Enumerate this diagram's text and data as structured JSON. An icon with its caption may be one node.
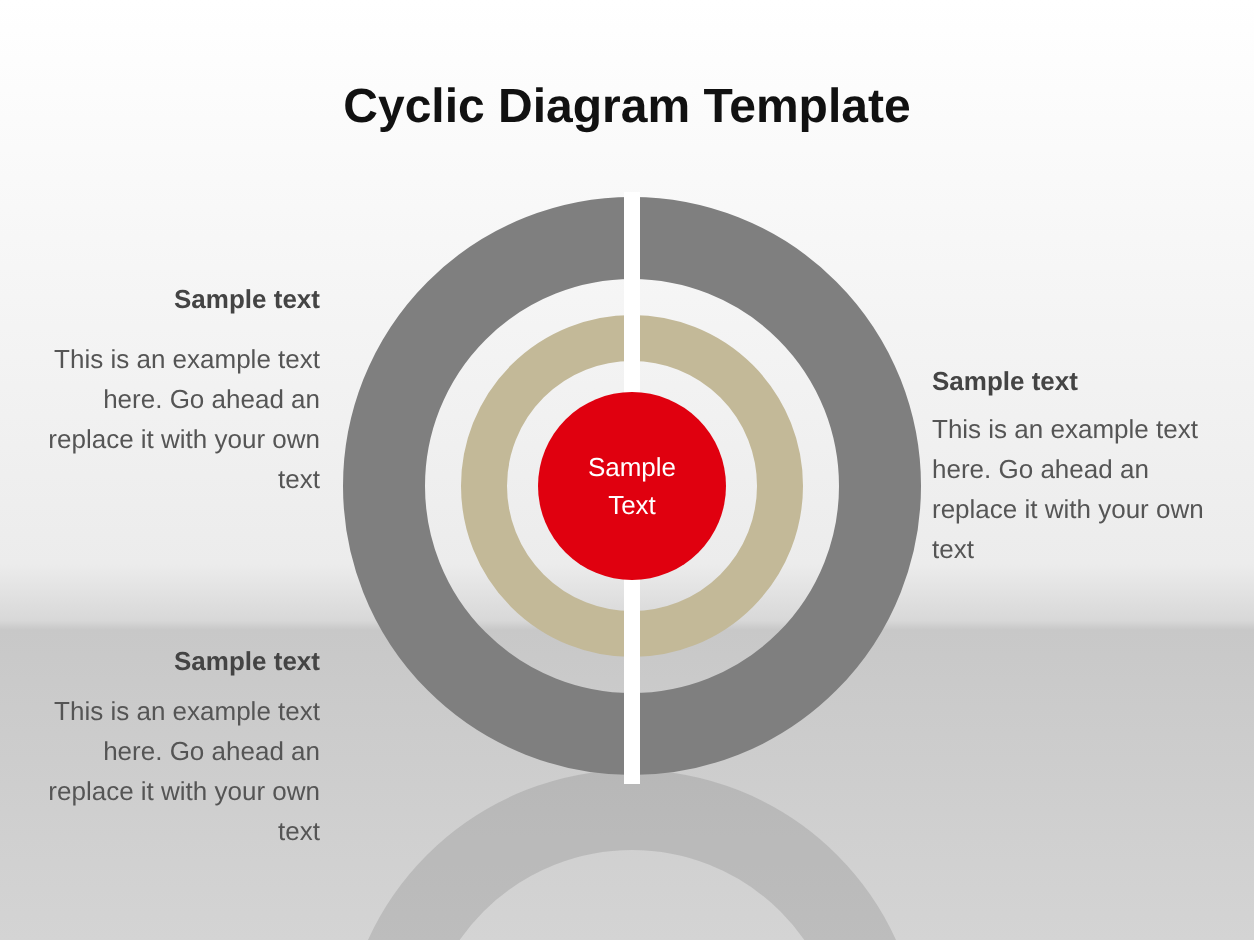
{
  "diagram": {
    "title": "Cyclic Diagram Template",
    "nodes": [
      {
        "text": [
          "Sample Text"
        ]
      }
    ],
    "labels": [
      "Sample text",
      "This is an example text here. Go ahead an replace it with your own text",
      "Sample text",
      "This is an example text here. Go ahead an replace it with your own text",
      "Sample text",
      "This is an example text here. Go ahead an replace it with your own text"
    ]
  }
}
